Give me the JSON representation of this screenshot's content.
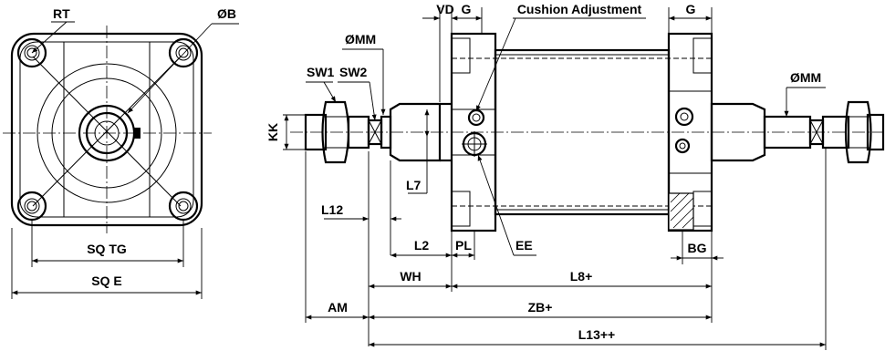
{
  "labels": {
    "rt": "RT",
    "ob": "ØB",
    "sq_tg": "SQ TG",
    "sq_e": "SQ E",
    "omm_left": "ØMM",
    "sw1": "SW1",
    "sw2": "SW2",
    "kk": "KK",
    "vd": "VD",
    "g_left": "G",
    "cushion": "Cushion Adjustment",
    "g_right": "G",
    "omm_right": "ØMM",
    "l7": "L7",
    "l12": "L12",
    "l2": "L2",
    "pl": "PL",
    "ee": "EE",
    "bg": "BG",
    "wh": "WH",
    "l8": "L8+",
    "am": "AM",
    "zb": "ZB+",
    "l13": "L13++"
  }
}
